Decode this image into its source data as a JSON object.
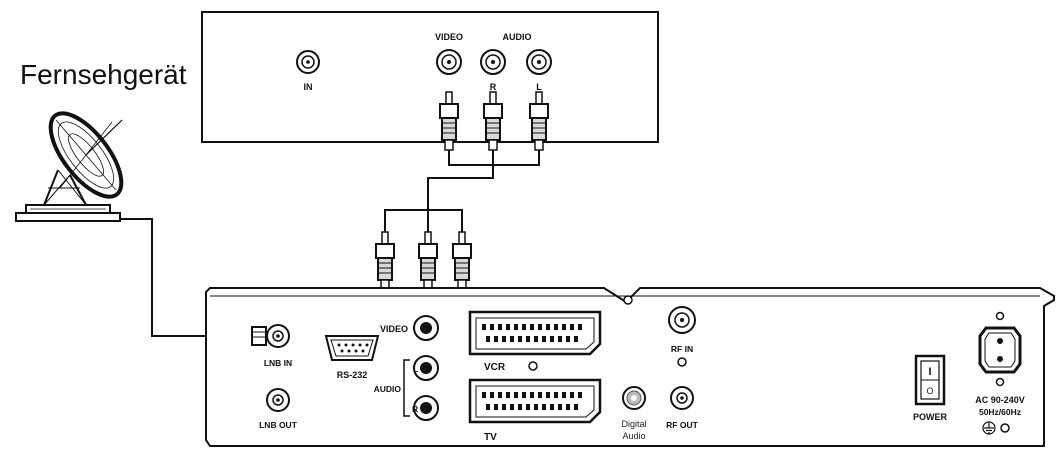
{
  "title": "Fernsehgerät",
  "tv": {
    "in_label": "IN",
    "video_label": "VIDEO",
    "audio_label": "AUDIO",
    "audio_r_label": "R",
    "audio_l_label": "L"
  },
  "receiver": {
    "lnb_in_label": "LNB IN",
    "lnb_out_label": "LNB OUT",
    "rs232_label": "RS-232",
    "video_label": "VIDEO",
    "audio_label": "AUDIO",
    "audio_l_label": "L",
    "audio_r_label": "R",
    "vcr_label": "VCR",
    "tv_label": "TV",
    "digital_audio_line1": "Digital",
    "digital_audio_line2": "Audio",
    "rf_in_label": "RF IN",
    "rf_out_label": "RF OUT",
    "power_label": "POWER",
    "power_switch_on": "I",
    "power_switch_off": "O",
    "ac_line1": "AC 90-240V",
    "ac_line2": "50Hz/60Hz"
  },
  "colors": {
    "line": "#111111",
    "panel_fill": "#ffffff",
    "connector_gray": "#9a9a9a"
  }
}
